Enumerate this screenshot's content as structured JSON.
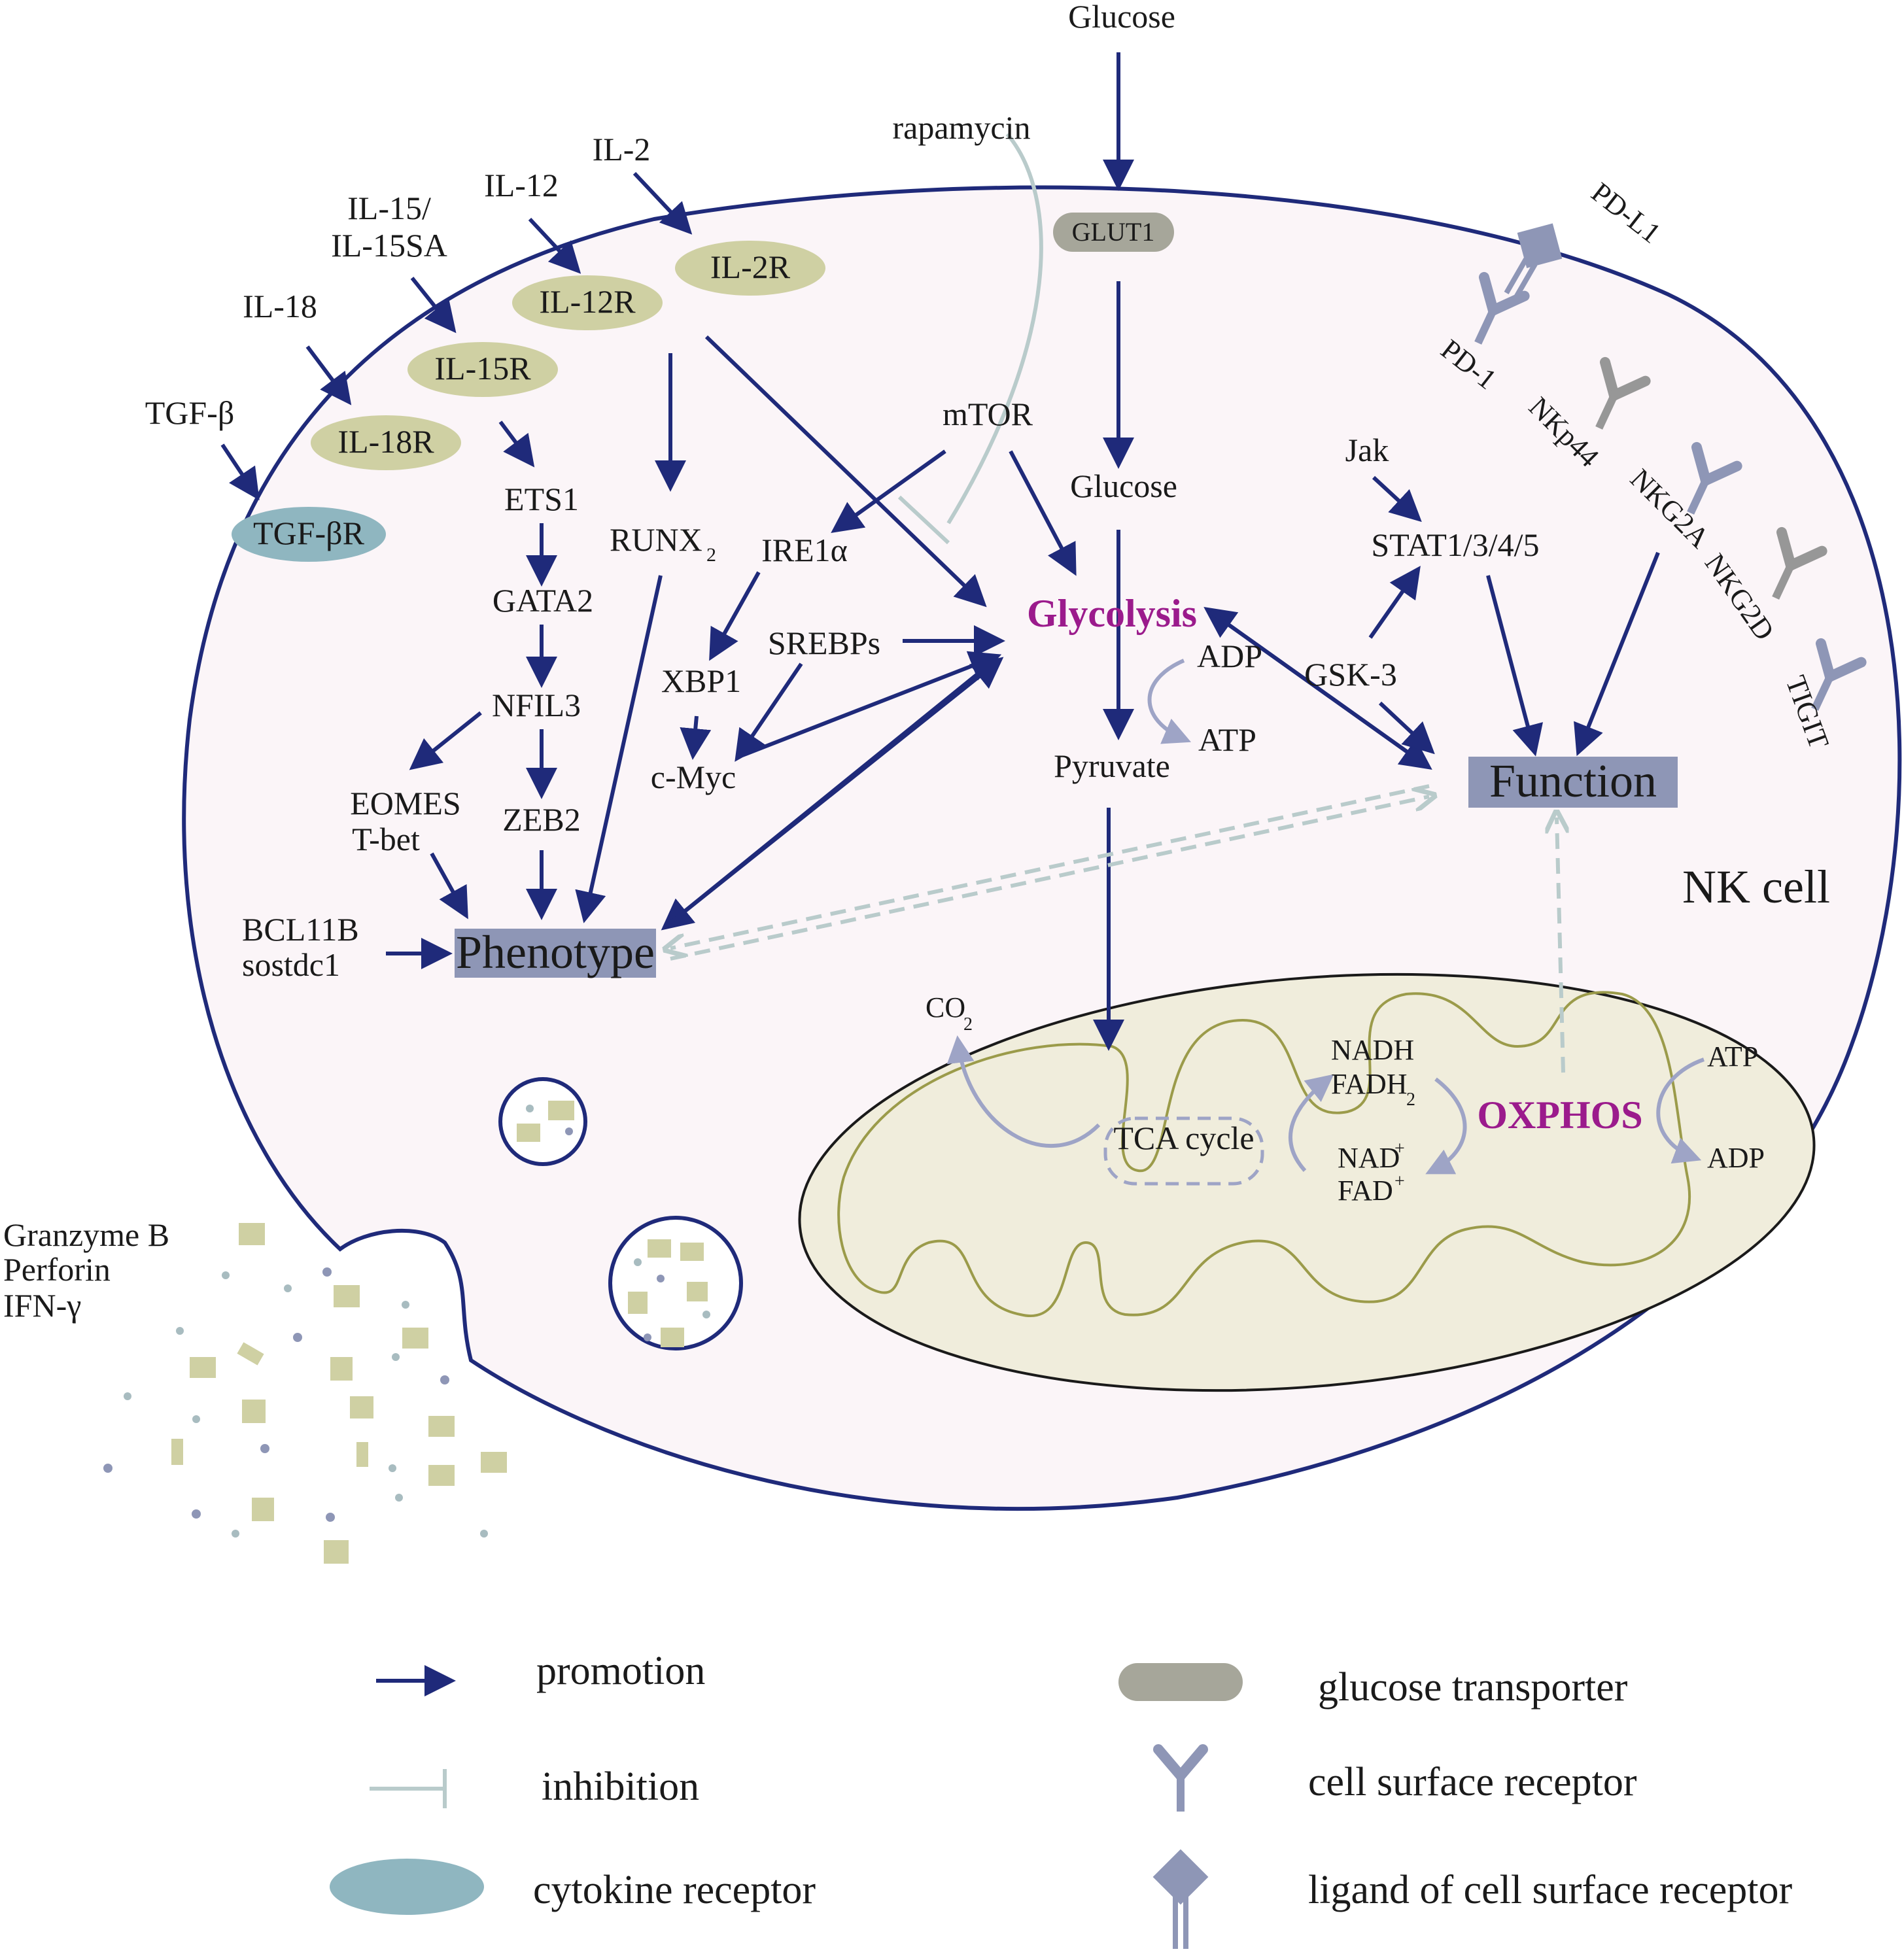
{
  "inputs": {
    "glucose_top": "Glucose",
    "rapamycin": "rapamycin",
    "glut1": "GLUT1"
  },
  "cytokines": {
    "il2": "IL-2",
    "il12": "IL-12",
    "il15_line1": "IL-15/",
    "il15_line2": "IL-15SA",
    "il18": "IL-18",
    "tgfb": "TGF-β"
  },
  "receptors": {
    "il2r": "IL-2R",
    "il12r": "IL-12R",
    "il15r": "IL-15R",
    "il18r": "IL-18R",
    "tgfbr": "TGF-βR"
  },
  "surface_receptors": {
    "pdl1": "PD-L1",
    "pd1": "PD-1",
    "nkp44": "NKp44",
    "nkg2a": "NKG2A",
    "nkg2d": "NKG2D",
    "tigit": "TIGIT"
  },
  "nodes": {
    "ets1": "ETS1",
    "gata2": "GATA2",
    "nfil3": "NFIL3",
    "eomes": "EOMES",
    "tbet": "T-bet",
    "zeb2": "ZEB2",
    "bcl11b": "BCL11B",
    "sostdc1": "sostdc1",
    "runx": "RUNX",
    "runx_sub": "2",
    "mtor": "mTOR",
    "ire1a": "IRE1α",
    "xbp1": "XBP1",
    "srebps": "SREBPs",
    "cmyc": "c-Myc",
    "glucose_inner": "Glucose",
    "glycolysis": "Glycolysis",
    "adp1": "ADP",
    "atp1": "ATP",
    "pyruvate": "Pyruvate",
    "jak": "Jak",
    "stat": "STAT1/3/4/5",
    "gsk3": "GSK-3",
    "phenotype": "Phenotype",
    "function": "Function",
    "nk_cell": "NK cell"
  },
  "mitochondrion": {
    "co2": "CO",
    "co2_sub": "2",
    "tca": "TCA cycle",
    "nadh": "NADH",
    "fadh": "FADH",
    "fadh_sub": "2",
    "nad": "NAD",
    "nad_sup": "+",
    "fad": "FAD",
    "fad_sup": "+",
    "oxphos": "OXPHOS",
    "atp2": "ATP",
    "adp2": "ADP"
  },
  "secreted": {
    "line1": "Granzyme B",
    "line2": "Perforin",
    "line3": "IFN-γ"
  },
  "legend": {
    "promotion": "promotion",
    "inhibition": "inhibition",
    "cytokine_receptor": "cytokine receptor",
    "glucose_transporter": "glucose transporter",
    "cell_surface_receptor": "cell surface receptor",
    "ligand": "ligand of cell surface receptor"
  },
  "colors": {
    "arrow": "#1f2a7a",
    "inhibition": "#b9cbcb",
    "receptor": "#cfd0a3",
    "tgfbr": "#8fb6c0",
    "phenotype_box": "#8e96b6",
    "cell_fill": "#fbf5f8",
    "mito_fill": "#f0eddc",
    "highlight": "#9b1b8c"
  }
}
